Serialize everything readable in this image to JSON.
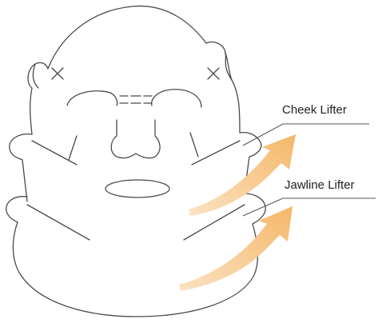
{
  "labels": {
    "cheek": "Cheek Lifter",
    "jawline": "Jawline Lifter"
  },
  "colors": {
    "outline": "#4a4a4a",
    "arrow": "#f7c98a",
    "text": "#222222",
    "background": "#ffffff"
  },
  "icons": [
    "face-mask-outline",
    "cheek-lift-arrow",
    "jawline-lift-arrow"
  ]
}
